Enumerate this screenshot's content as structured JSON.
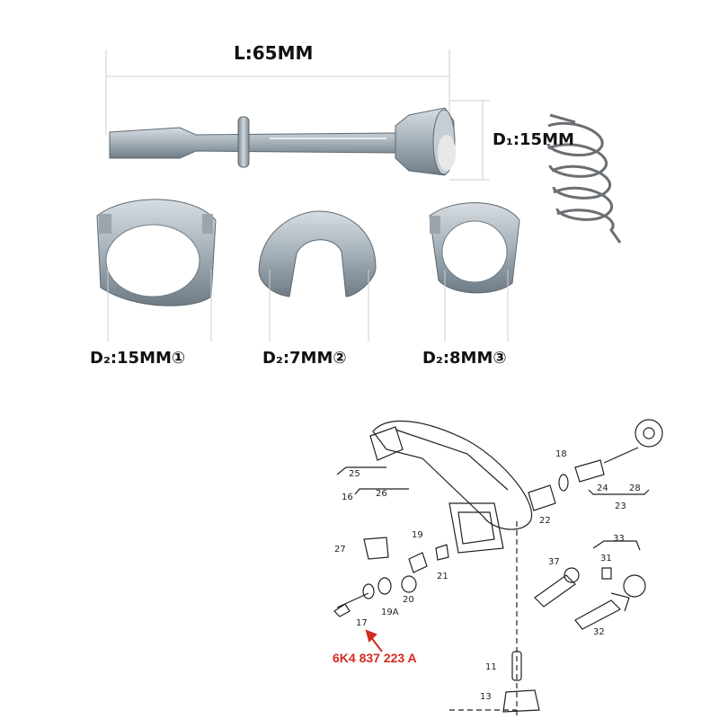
{
  "dimensions": {
    "length": "L:65MM",
    "d1": "D₁:15MM",
    "d2_a": "D₂:15MM①",
    "d2_b": "D₂:7MM②",
    "d2_c": "D₂:8MM③"
  },
  "diagram": {
    "part_numbers": [
      "25",
      "16",
      "26",
      "18",
      "24",
      "28",
      "22",
      "23",
      "27",
      "19",
      "21",
      "20",
      "19A",
      "17",
      "37",
      "33",
      "31",
      "32",
      "11",
      "13"
    ],
    "highlight_part": "6K4 837 223 A"
  },
  "colors": {
    "metal": "#a9b4bc",
    "metal_dark": "#6f7c86",
    "highlight": "#d42a20",
    "line": "#222222"
  }
}
